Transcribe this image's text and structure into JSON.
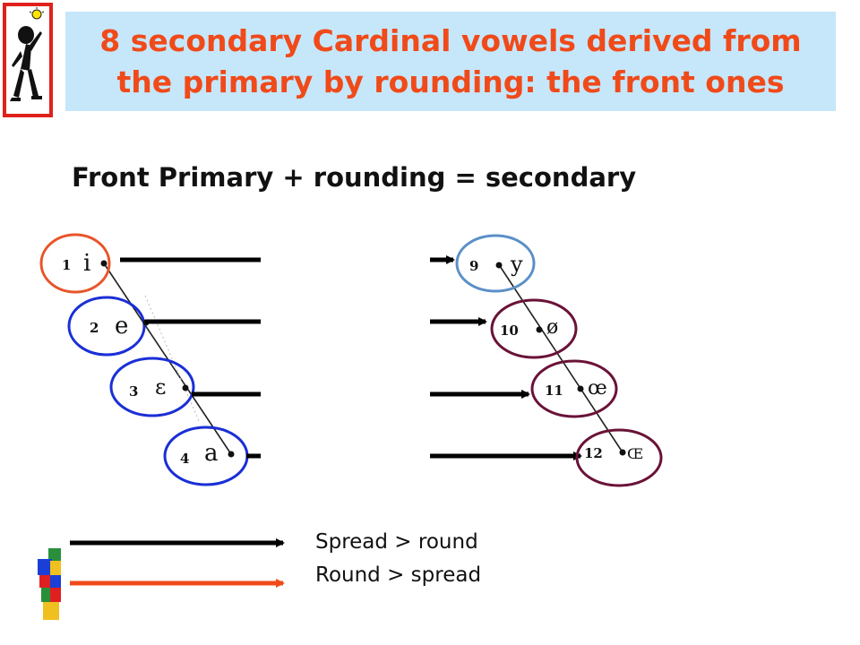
{
  "slide": {
    "title_line1": "8 secondary Cardinal vowels derived from",
    "title_line2": "the primary by rounding: the front ones",
    "subtitle": "Front Primary + rounding = secondary"
  },
  "primary_vowels": [
    {
      "number": "1",
      "symbol": "i"
    },
    {
      "number": "2",
      "symbol": "e"
    },
    {
      "number": "3",
      "symbol": "ε"
    },
    {
      "number": "4",
      "symbol": "a"
    }
  ],
  "secondary_vowels": [
    {
      "number": "9",
      "symbol": "y"
    },
    {
      "number": "10",
      "symbol": "ø"
    },
    {
      "number": "11",
      "symbol": "œ"
    },
    {
      "number": "12",
      "symbol": "Œ"
    }
  ],
  "legend": [
    {
      "label": "Spread > round",
      "color": "#000000"
    },
    {
      "label": "Round > spread",
      "color": "#f04a1a"
    }
  ],
  "colors": {
    "title_text": "#f04a1a",
    "title_background": "#c6e7f9",
    "circle_vowel_1": "#e8552a",
    "circle_primary": "#1a2fd6",
    "circle_vowel_9": "#5b8fc8",
    "circle_secondary": "#6a1238"
  },
  "icons": [
    "thinking-figure-logo-icon",
    "colorful-figure-icon"
  ]
}
